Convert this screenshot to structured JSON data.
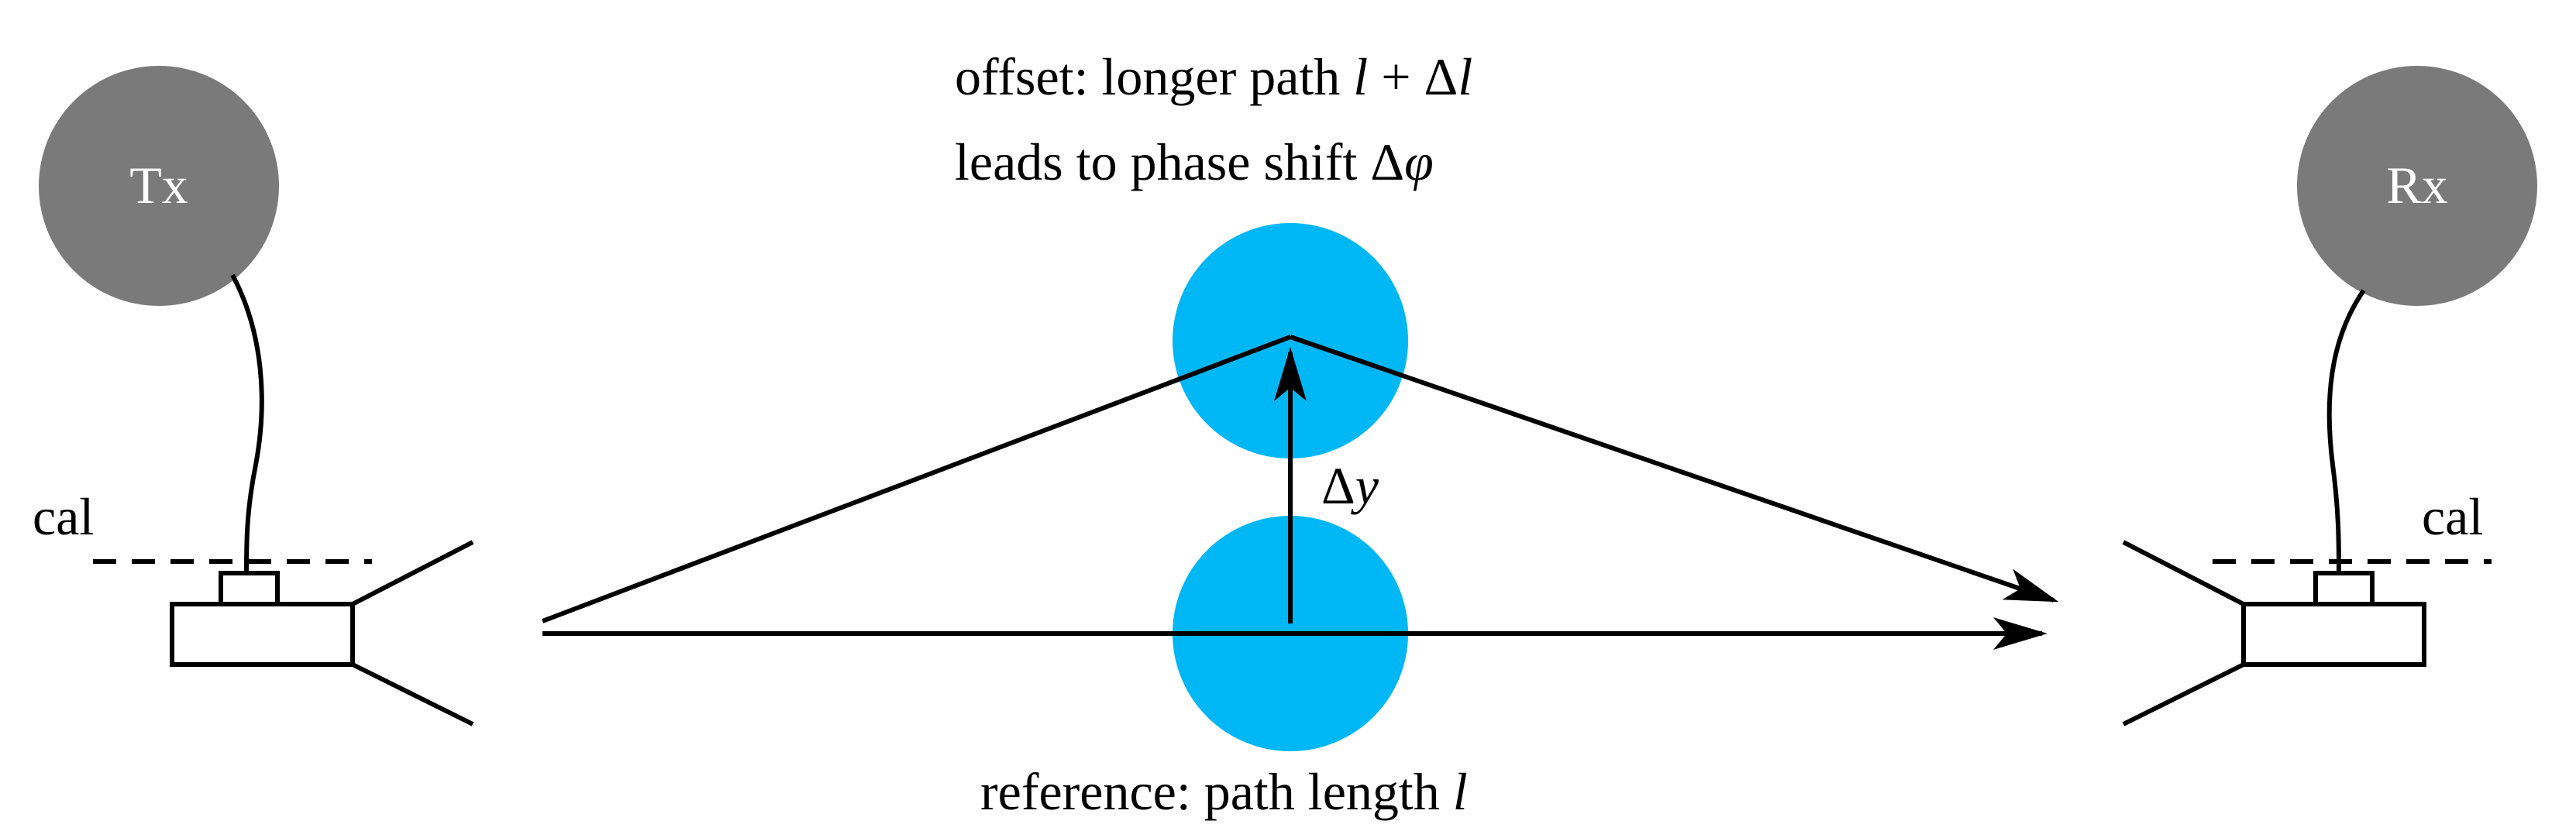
{
  "nodes": {
    "tx": "Tx",
    "rx": "Rx"
  },
  "cal": {
    "left": "cal",
    "right": "cal"
  },
  "offset_label": {
    "line1_prefix": "offset: longer path ",
    "line1_l": "l",
    "line1_plus": " + Δ",
    "line1_l2": "l",
    "line2_prefix": "leads to phase shift Δ",
    "line2_phi": "φ"
  },
  "delta_y": {
    "delta": "Δ",
    "y": "y"
  },
  "reference_label": {
    "prefix": "reference: path length ",
    "l": "l"
  },
  "colors": {
    "node_fill": "#7a7a7a",
    "target_fill": "#00b7f5",
    "line": "#000000"
  }
}
